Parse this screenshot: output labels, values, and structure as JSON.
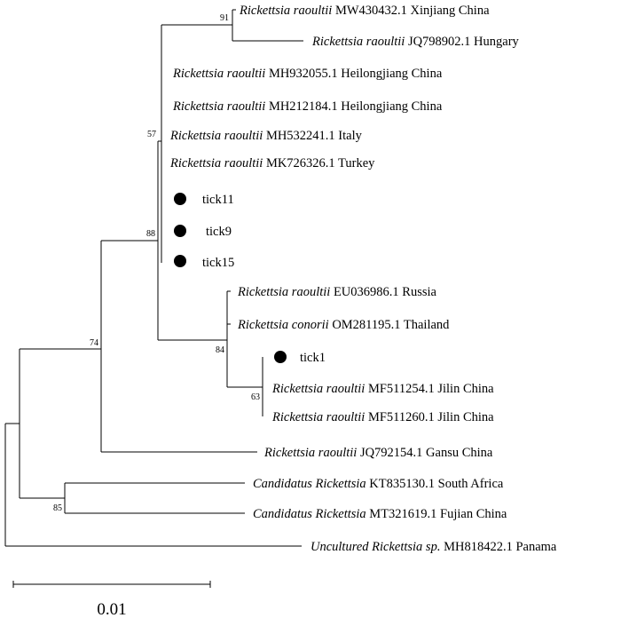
{
  "taxa": [
    {
      "id": "t1",
      "genus": "Rickettsia",
      "species": "raoultii",
      "rest": "MW430432.1 Xinjiang China"
    },
    {
      "id": "t2",
      "genus": "Rickettsia",
      "species": "raoultii",
      "rest": "JQ798902.1 Hungary"
    },
    {
      "id": "t3",
      "genus": "Rickettsia",
      "species": "raoultii",
      "rest": "MH932055.1 Heilongjiang China"
    },
    {
      "id": "t4",
      "genus": "Rickettsia",
      "species": "raoultii",
      "rest": "MH212184.1 Heilongjiang China"
    },
    {
      "id": "t5",
      "genus": "Rickettsia",
      "species": "raoultii",
      "rest": "MH532241.1 Italy"
    },
    {
      "id": "t6",
      "genus": "Rickettsia",
      "species": "raoultii",
      "rest": "MK726326.1 Turkey"
    },
    {
      "id": "t7",
      "label": "tick11",
      "marker": "black-dot"
    },
    {
      "id": "t8",
      "label": "tick9",
      "marker": "black-dot"
    },
    {
      "id": "t9",
      "label": "tick15",
      "marker": "black-dot"
    },
    {
      "id": "t10",
      "genus": "Rickettsia",
      "species": "raoultii",
      "rest": "EU036986.1 Russia"
    },
    {
      "id": "t11",
      "genus": "Rickettsia",
      "species": "conorii",
      "rest": "OM281195.1 Thailand"
    },
    {
      "id": "t12",
      "label": "tick1",
      "marker": "black-dot"
    },
    {
      "id": "t13",
      "genus": "Rickettsia",
      "species": "raoultii",
      "rest": "MF511254.1 Jilin China"
    },
    {
      "id": "t14",
      "genus": "Rickettsia",
      "species": "raoultii",
      "rest": "MF511260.1 Jilin China"
    },
    {
      "id": "t15",
      "genus": "Rickettsia",
      "species": "raoultii",
      "rest": "JQ792154.1 Gansu China"
    },
    {
      "id": "t16",
      "genus": "Candidatus",
      "species": "Rickettsia",
      "rest": "KT835130.1 South Africa"
    },
    {
      "id": "t17",
      "genus": "Candidatus",
      "species": "Rickettsia",
      "rest": "MT321619.1 Fujian China"
    },
    {
      "id": "t18",
      "genus": "Uncultured",
      "species": "Rickettsia sp.",
      "rest": "MH818422.1 Panama"
    }
  ],
  "bootstrap": {
    "b91": "91",
    "b57": "57",
    "b88": "88",
    "b84": "84",
    "b63": "63",
    "b74": "74",
    "b85": "85"
  },
  "scale_bar": {
    "label": "0.01",
    "length": 0.01
  },
  "colors": {
    "branch": "#000000",
    "marker": "#000000"
  }
}
